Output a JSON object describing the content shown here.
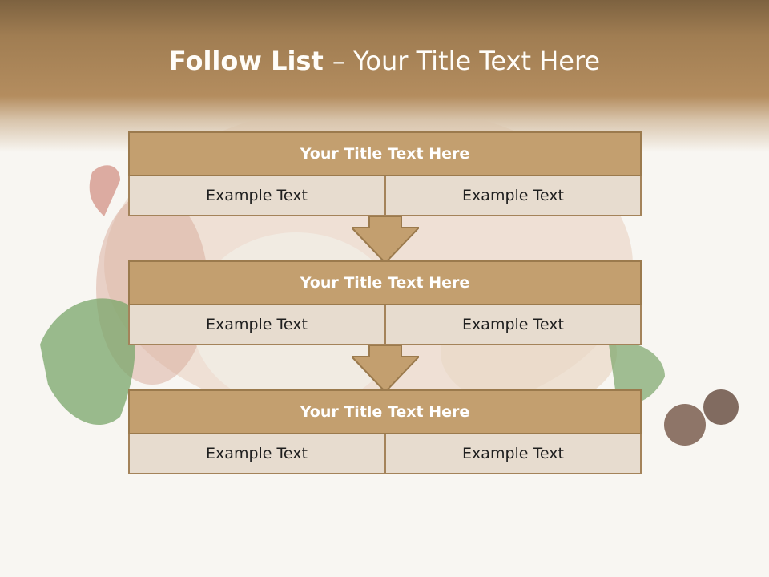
{
  "slide": {
    "title_bold": "Follow List ",
    "title_rest": " – Your Title Text Here"
  },
  "blocks": [
    {
      "title": "Your Title Text Here",
      "cells": [
        "Example Text",
        "Example Text"
      ]
    },
    {
      "title": "Your Title Text Here",
      "cells": [
        "Example Text",
        "Example Text"
      ]
    },
    {
      "title": "Your Title Text Here",
      "cells": [
        "Example Text",
        "Example Text"
      ]
    }
  ],
  "colors": {
    "header": "#a07d52",
    "block_title": "#c39f6f",
    "block_cell": "#e7dccf",
    "border": "#9b7a4d"
  }
}
